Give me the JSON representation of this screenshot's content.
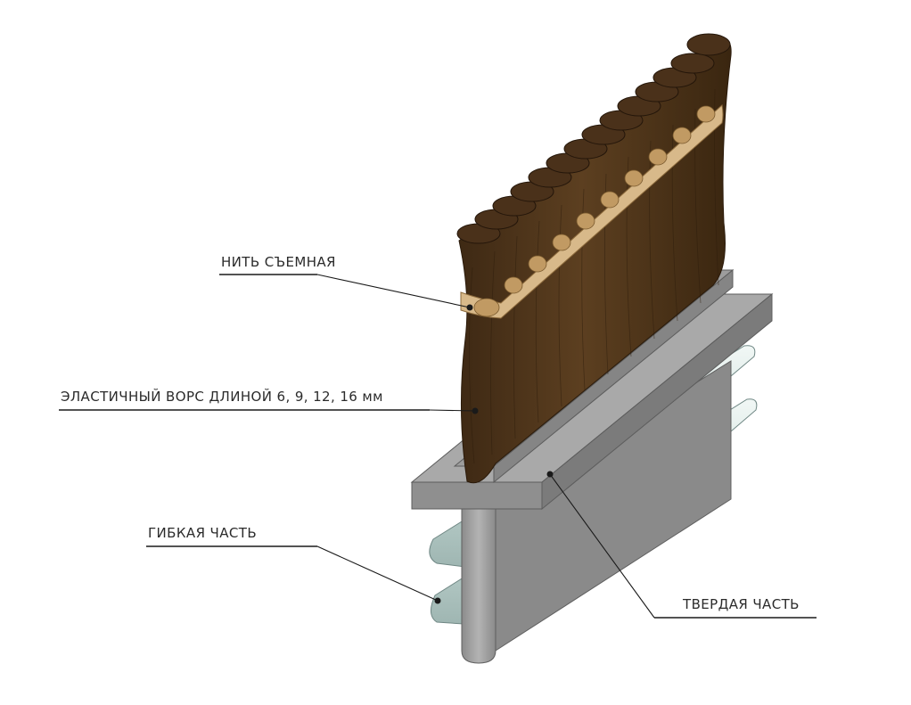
{
  "diagram": {
    "labels": {
      "thread": "НИТЬ СЪЕМНАЯ",
      "pile": "ЭЛАСТИЧНЫЙ ВОРС ДЛИНОЙ 6, 9, 12, 16 мм",
      "flexible": "ГИБКАЯ ЧАСТЬ",
      "rigid": "ТВЕРДАЯ ЧАСТЬ"
    },
    "colors": {
      "pile_dark": "#3b2712",
      "pile_mid": "#5a3d1f",
      "thread": "#d8b98a",
      "rigid_top": "#a7a7a7",
      "rigid_side": "#7e7e7e",
      "flexible_fin": "#c8dcd8"
    }
  }
}
